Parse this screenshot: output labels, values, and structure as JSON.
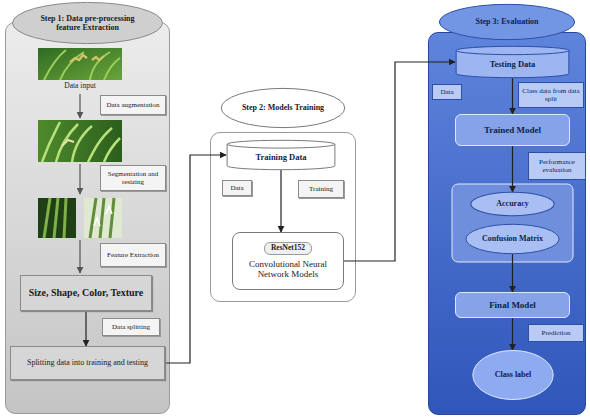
{
  "diagram": {
    "nodes": [
      {
        "text": [
          "Step 1: Data pre-processing feature Extraction"
        ]
      },
      {
        "text": [
          "Data augmentation"
        ],
        "in": 0
      },
      {
        "text": [
          "Segmentation and resizing"
        ],
        "in": 0
      },
      {
        "text": [
          "Feature Extraction"
        ],
        "in": 0
      },
      {
        "text": [
          "Size, Shape, Color, Texture"
        ],
        "in": 0
      },
      {
        "text": [
          "Data splitting"
        ],
        "in": 0
      },
      {
        "text": [
          "Splitting data into training and testing"
        ],
        "in": 0
      },
      {
        "text": [
          "Step 2: Models Training"
        ]
      },
      {
        "text": [
          "Training Data"
        ],
        "in": 7
      },
      {
        "text": [
          "Data"
        ],
        "in": 7
      },
      {
        "text": [
          "Training"
        ],
        "in": 7
      },
      {
        "text": [
          "ResNet152",
          "Convolutional Neural Network Models"
        ],
        "in": 7
      },
      {
        "text": [
          "Step 3: Evaluation"
        ]
      },
      {
        "text": [
          "Testing Data"
        ],
        "in": 12
      },
      {
        "text": [
          "Data"
        ],
        "in": 12
      },
      {
        "text": [
          "Class data from data split"
        ],
        "in": 12
      },
      {
        "text": [
          "Trained Model"
        ],
        "in": 12
      },
      {
        "text": [
          "Performance evaluation"
        ],
        "in": 12
      },
      {
        "text": [
          "Accuracy"
        ],
        "in": 12
      },
      {
        "text": [
          "Confusion Matrix"
        ],
        "in": 12
      },
      {
        "text": [
          "Final Model"
        ],
        "in": 12
      },
      {
        "text": [
          "Prediction"
        ],
        "in": 12
      },
      {
        "text": [
          "Class label"
        ],
        "in": 12
      }
    ],
    "edges": [
      {
        "from": 4,
        "to": 6,
        "arrow": "to"
      },
      {
        "from": 6,
        "to": 8,
        "arrow": "to"
      },
      {
        "from": 8,
        "to": 11,
        "arrow": "to"
      },
      {
        "from": 11,
        "to": 13,
        "arrow": "to"
      },
      {
        "from": 13,
        "to": 16,
        "arrow": "to"
      },
      {
        "from": 16,
        "to": 18,
        "arrow": "to"
      },
      {
        "from": 19,
        "to": 20,
        "arrow": "to"
      },
      {
        "from": 20,
        "to": 22,
        "arrow": "to"
      }
    ],
    "labels": [
      "Data input"
    ]
  }
}
